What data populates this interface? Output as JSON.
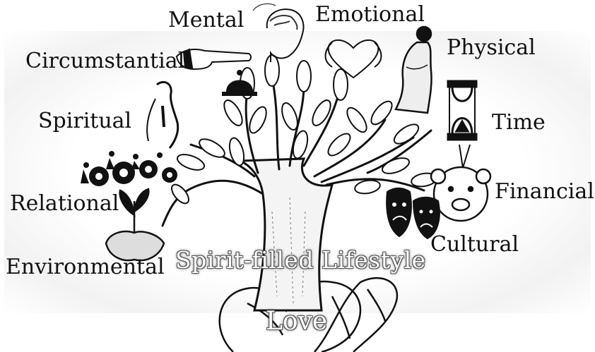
{
  "labels": {
    "mental": "Mental",
    "emotional": "Emotional",
    "physical": "Physical",
    "circumstantial": "Circumstantial",
    "spiritual": "Spiritual",
    "time": "Time",
    "relational": "Relational",
    "financial": "Financial",
    "cultural": "Cultural",
    "environmental": "Environmental"
  },
  "center": {
    "lifestyle": "Spirit-filled Lifestyle",
    "root": "Love"
  },
  "icons": [
    "brain-head-icon",
    "heart-hands-icon",
    "woman-back-icon",
    "pointing-hand-icon",
    "service-bell-icon",
    "praying-figure-icon",
    "hourglass-icon",
    "gears-people-icon",
    "piggy-bank-icon",
    "plant-hands-icon",
    "theatre-masks-icon"
  ],
  "colors": {
    "ink": "#111111",
    "background": "#ffffff"
  }
}
